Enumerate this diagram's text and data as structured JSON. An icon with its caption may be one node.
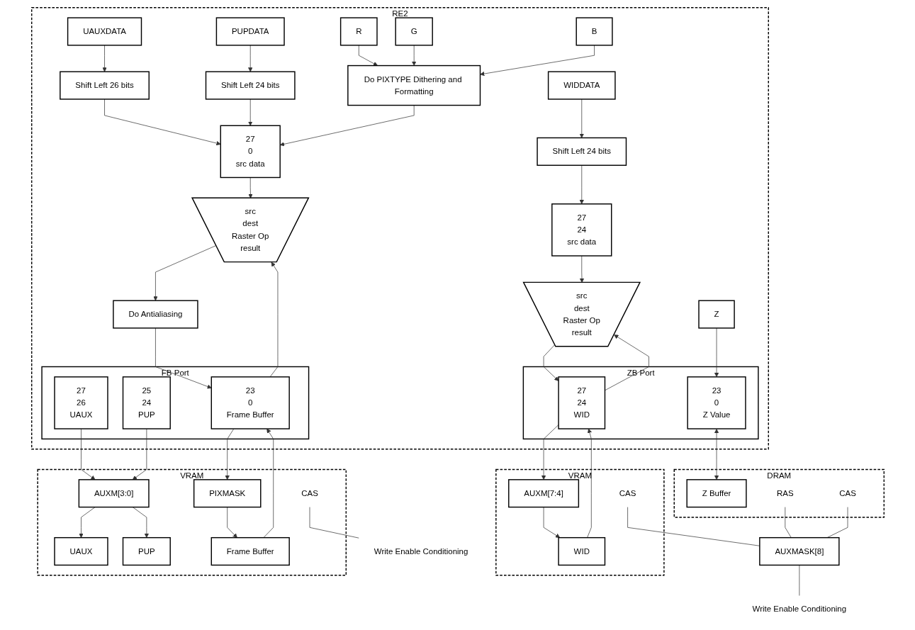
{
  "diagram": {
    "nodes": [
      {
        "text": [
          "RE2"
        ]
      },
      {
        "text": [
          "WIDDATA"
        ],
        "in": 0
      },
      {
        "text": [
          "Shift Left 24 bits"
        ],
        "in": 0
      },
      {
        "text": [
          "27",
          "24",
          "src data"
        ],
        "in": 0
      },
      {
        "text": [
          "src",
          "dest",
          "Raster Op",
          "result"
        ],
        "in": 0
      },
      {
        "text": [
          "Z"
        ],
        "in": 0
      },
      {
        "text": [
          "ZB Port"
        ],
        "in": 0
      },
      {
        "text": [
          "27",
          "24",
          "WID"
        ],
        "in": 6
      },
      {
        "text": [
          "23",
          "0",
          "Z Value"
        ],
        "in": 6
      },
      {
        "text": [
          "UAUXDATA"
        ],
        "in": 0
      },
      {
        "text": [
          "Shift Left 26 bits"
        ],
        "in": 0
      },
      {
        "text": [
          "PUPDATA"
        ],
        "in": 0
      },
      {
        "text": [
          "Shift Left 24 bits"
        ],
        "in": 0
      },
      {
        "text": [
          "R"
        ],
        "in": 0
      },
      {
        "text": [
          "G"
        ],
        "in": 0
      },
      {
        "text": [
          "B"
        ],
        "in": 0
      },
      {
        "text": [
          "Do PIXTYPE Dithering and Formatting"
        ],
        "in": 0
      },
      {
        "text": [
          "27",
          "0",
          "src data"
        ],
        "in": 0
      },
      {
        "text": [
          "src",
          "dest",
          "Raster Op",
          "result"
        ],
        "in": 0
      },
      {
        "text": [
          "Do Antialiasing"
        ],
        "in": 0
      },
      {
        "text": [
          "FB Port"
        ],
        "in": 0
      },
      {
        "text": [
          "27",
          "26",
          "UAUX"
        ],
        "in": 20
      },
      {
        "text": [
          "25",
          "24",
          "PUP"
        ],
        "in": 20
      },
      {
        "text": [
          "23",
          "0",
          "Frame Buffer"
        ],
        "in": 20
      },
      {
        "text": [
          "VRAM"
        ]
      },
      {
        "text": [
          "AUXM[7:4]"
        ],
        "in": 24
      },
      {
        "text": [
          "WID"
        ],
        "in": 24
      },
      {
        "text": [
          "DRAM"
        ]
      },
      {
        "text": [
          "Z Buffer"
        ],
        "in": 27
      },
      {
        "text": [
          "CAS"
        ],
        "in": 24
      },
      {
        "text": [
          "RAS"
        ],
        "in": 27
      },
      {
        "text": [
          "CAS"
        ],
        "in": 27
      },
      {
        "text": [
          "AUXMASK[8]"
        ]
      },
      {
        "text": [
          "Write Enable Conditioning"
        ]
      },
      {
        "text": [
          "VRAM"
        ]
      },
      {
        "text": [
          "AUXM[3:0]"
        ],
        "in": 34
      },
      {
        "text": [
          "PIXMASK"
        ],
        "in": 34
      },
      {
        "text": [
          "UAUX"
        ],
        "in": 34
      },
      {
        "text": [
          "PUP"
        ],
        "in": 34
      },
      {
        "text": [
          "Frame Buffer"
        ],
        "in": 34
      },
      {
        "text": [
          "CAS"
        ],
        "in": 34
      },
      {
        "text": [
          "Write Enable Conditioning"
        ]
      }
    ],
    "edges": [
      {
        "from": 1,
        "to": 2,
        "arrow": "to"
      },
      {
        "from": 2,
        "to": 3,
        "arrow": "to"
      },
      {
        "from": 3,
        "to": 4,
        "arrow": "to"
      },
      {
        "from": 4,
        "to": 7,
        "arrow": "to"
      },
      {
        "from": 7,
        "to": 4,
        "arrow": "to"
      },
      {
        "from": 5,
        "to": 8,
        "arrow": "to"
      },
      {
        "from": 9,
        "to": 10,
        "arrow": "to"
      },
      {
        "from": 11,
        "to": 12,
        "arrow": "to"
      },
      {
        "from": 13,
        "to": 16,
        "arrow": "to"
      },
      {
        "from": 14,
        "to": 16,
        "arrow": "to"
      },
      {
        "from": 15,
        "to": 16,
        "arrow": "to"
      },
      {
        "from": 10,
        "to": 17,
        "arrow": "to"
      },
      {
        "from": 12,
        "to": 17,
        "arrow": "to"
      },
      {
        "from": 16,
        "to": 17,
        "arrow": "to"
      },
      {
        "from": 17,
        "to": 18,
        "arrow": "to"
      },
      {
        "from": 23,
        "to": 18,
        "arrow": "to"
      },
      {
        "from": 18,
        "to": 19,
        "arrow": "to"
      },
      {
        "from": 19,
        "to": 23,
        "arrow": "to"
      },
      {
        "from": 7,
        "to": 25,
        "arrow": "to"
      },
      {
        "from": 25,
        "to": 26,
        "arrow": "to"
      },
      {
        "from": 26,
        "to": 7,
        "arrow": "to"
      },
      {
        "from": 8,
        "to": 28,
        "arrow": "both"
      },
      {
        "from": 29,
        "to": 32,
        "arrow": "none"
      },
      {
        "from": 30,
        "to": 32,
        "arrow": "none"
      },
      {
        "from": 31,
        "to": 32,
        "arrow": "none"
      },
      {
        "from": 32,
        "to": 33,
        "arrow": "none"
      },
      {
        "from": 21,
        "to": 35,
        "arrow": "to"
      },
      {
        "from": 22,
        "to": 35,
        "arrow": "to"
      },
      {
        "from": 23,
        "to": 36,
        "arrow": "to"
      },
      {
        "from": 35,
        "to": 37,
        "arrow": "to"
      },
      {
        "from": 35,
        "to": 38,
        "arrow": "to"
      },
      {
        "from": 36,
        "to": 39,
        "arrow": "to"
      },
      {
        "from": 39,
        "to": 23,
        "arrow": "to"
      },
      {
        "from": 40,
        "to": 41,
        "arrow": "none"
      }
    ]
  }
}
